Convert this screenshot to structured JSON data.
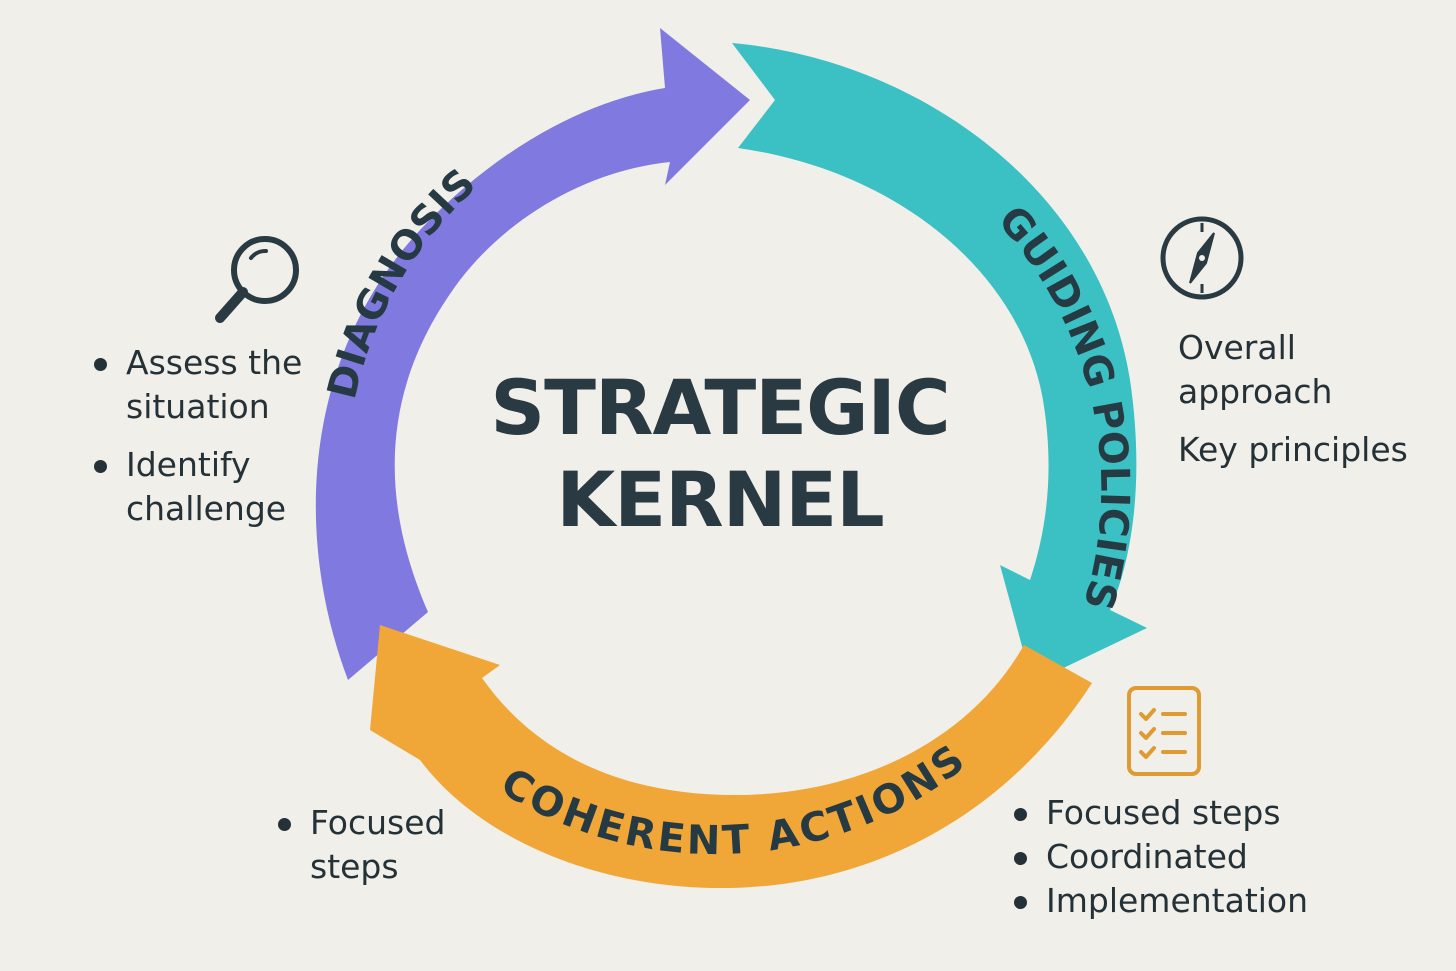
{
  "title": [
    "STRATEGIC",
    "KERNEL"
  ],
  "stages": [
    {
      "label": "DIAGNOSIS",
      "color": "#7f79e0"
    },
    {
      "label": "GUIDING POLICIES",
      "color": "#3bc0c4"
    },
    {
      "label": "COHERENT ACTIONS",
      "color": "#f0a737"
    }
  ],
  "notes": {
    "diagnosis": [
      "Assess the situation",
      "Identify challenge"
    ],
    "policies": [
      "Overall approach",
      "Key principles"
    ],
    "actions_left": [
      "Focused steps"
    ],
    "actions_right": [
      "Focused steps",
      "Coordinated",
      "Implementation"
    ]
  },
  "icons": {
    "diagnosis": "magnifying-glass",
    "policies": "compass",
    "actions": "checklist",
    "dark_color": "#2a3a42",
    "accent_color": "#e09a32"
  }
}
